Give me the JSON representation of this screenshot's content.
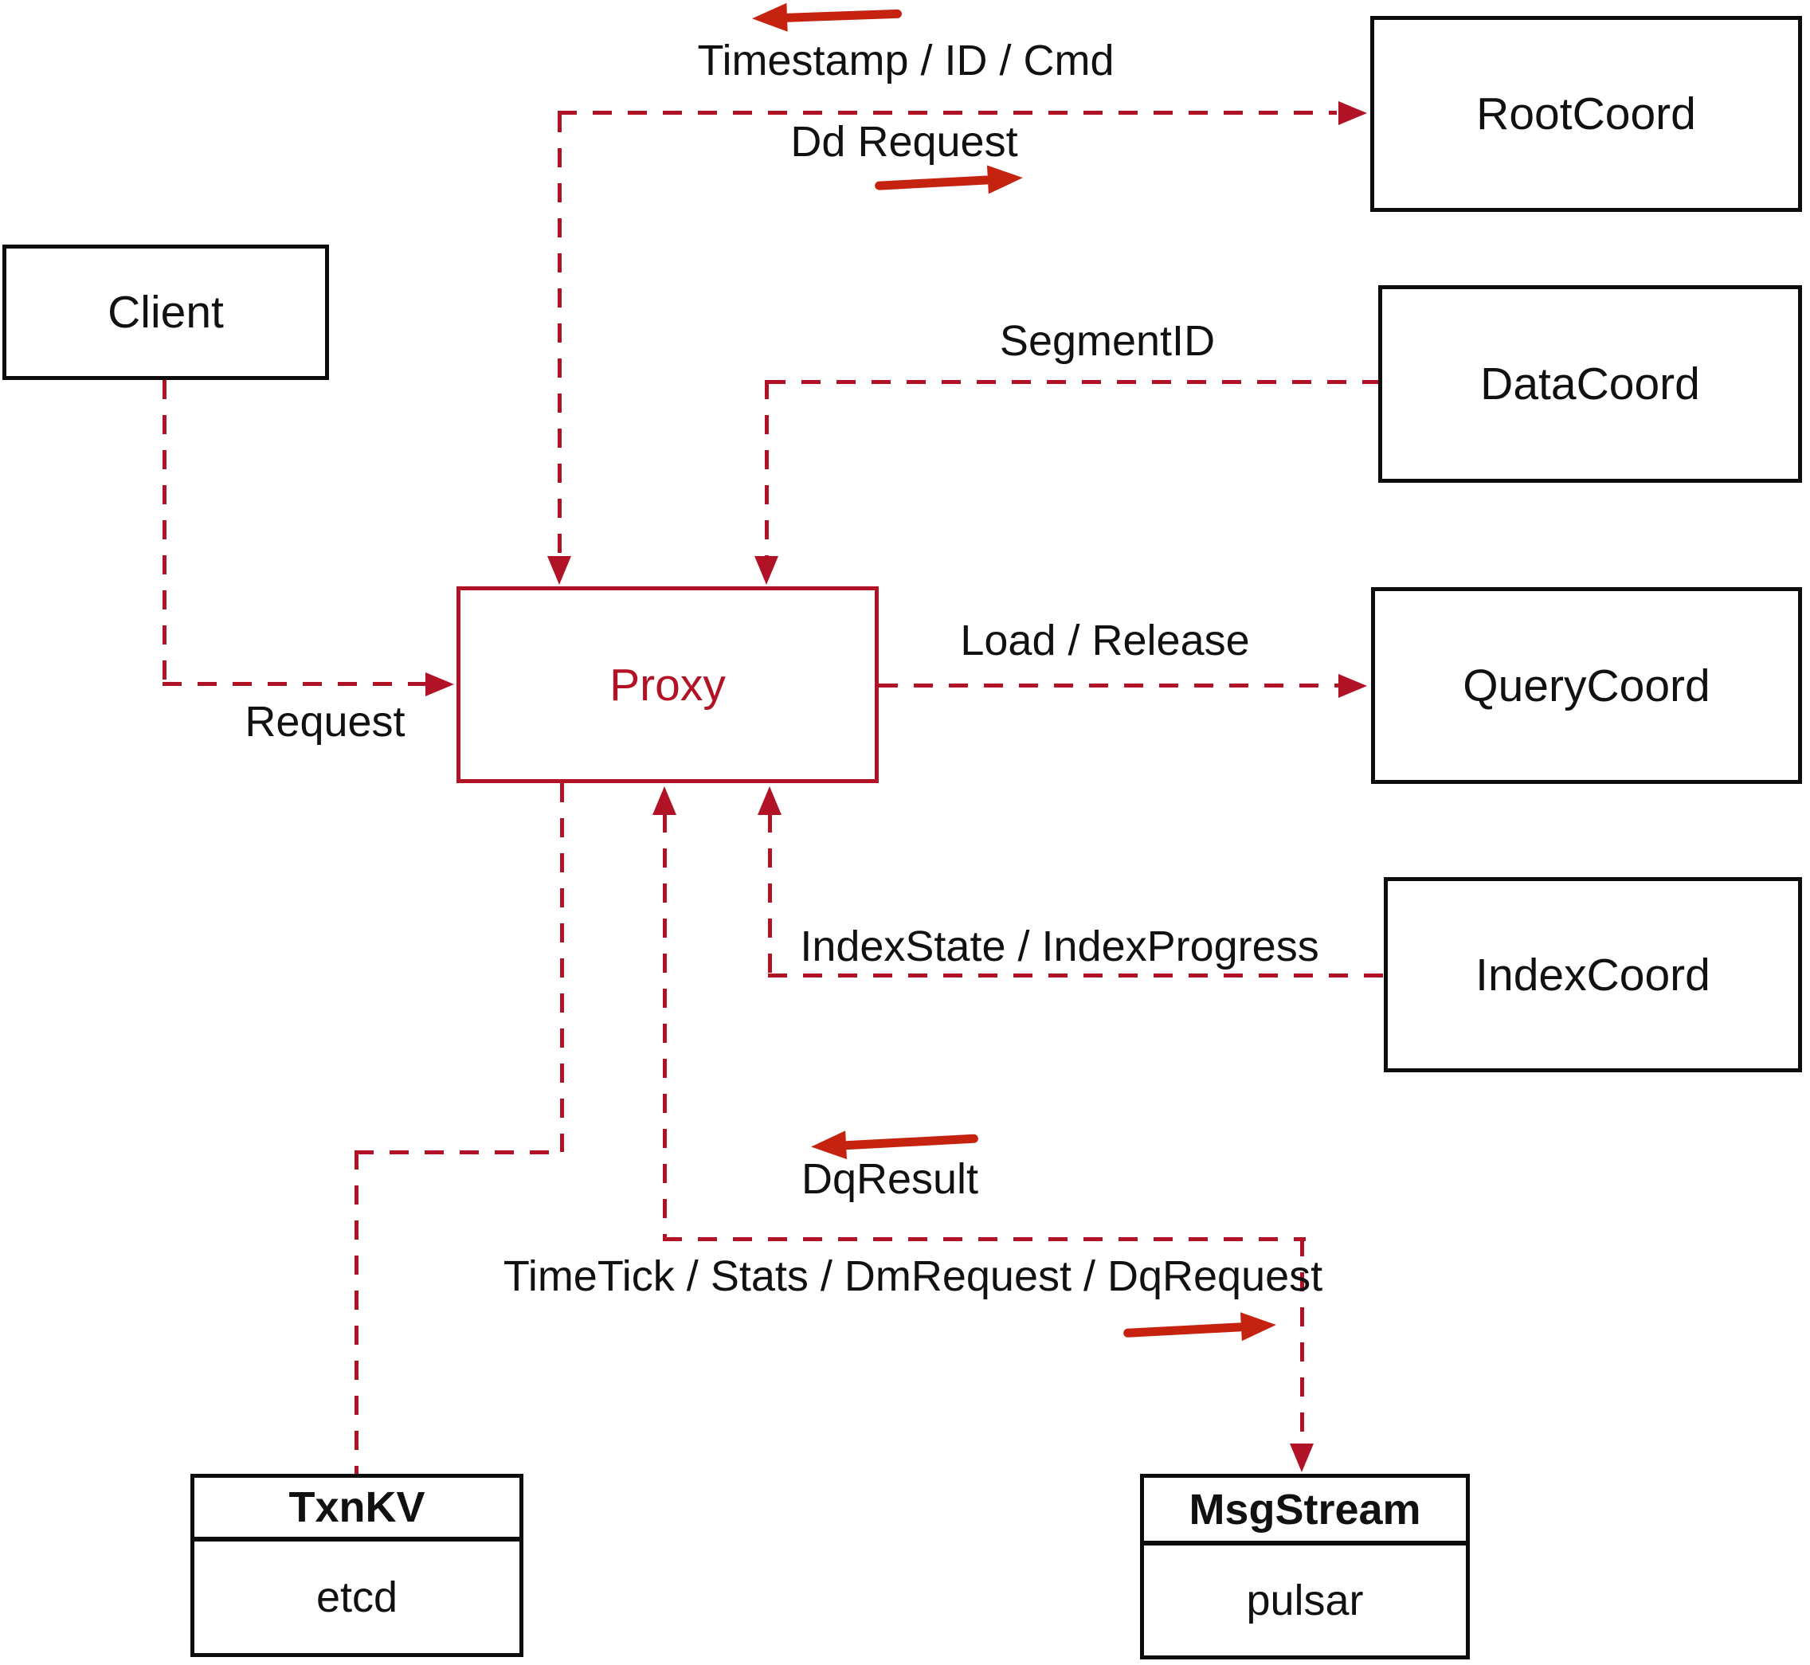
{
  "diagram": {
    "colors": {
      "dashed_line": "#b11226",
      "annotation_arrow": "#c52310",
      "box_border": "#0d0d0d",
      "label_text": "#111111"
    },
    "nodes": {
      "client": {
        "label": "Client"
      },
      "root_coord": {
        "label": "RootCoord"
      },
      "data_coord": {
        "label": "DataCoord"
      },
      "query_coord": {
        "label": "QueryCoord"
      },
      "index_coord": {
        "label": "IndexCoord"
      },
      "proxy": {
        "label": "Proxy"
      },
      "txn_kv": {
        "title": "TxnKV",
        "impl": "etcd"
      },
      "msg_stream": {
        "title": "MsgStream",
        "impl": "pulsar"
      }
    },
    "edge_labels": {
      "request": "Request",
      "timestamp_cmd": "Timestamp / ID / Cmd",
      "dd_request": "Dd Request",
      "segment_id": "SegmentID",
      "load_release": "Load / Release",
      "index_state": "IndexState / IndexProgress",
      "dq_result": "DqResult",
      "timetick_stats": "TimeTick / Stats / DmRequest / DqRequest"
    }
  }
}
